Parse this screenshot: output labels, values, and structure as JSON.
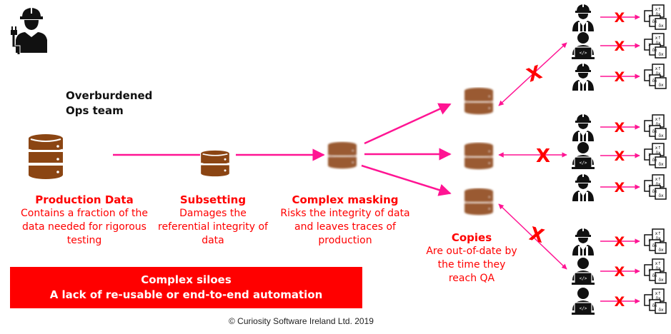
{
  "ops_team": {
    "label_line1": "Overburdened",
    "label_line2": "Ops team",
    "icon": "engineer-with-plug-icon"
  },
  "stages": [
    {
      "title": "Production Data",
      "desc": [
        "Contains a fraction of the",
        "data needed for rigorous",
        "testing"
      ],
      "icon": "database-icon"
    },
    {
      "title": "Subsetting",
      "desc": [
        "Damages the",
        "referential integrity of",
        "data"
      ],
      "icon": "database-icon"
    },
    {
      "title": "Complex masking",
      "desc": [
        "Risks the integrity of data",
        "and leaves traces of",
        "production"
      ],
      "icon": "blurred-database-icon"
    },
    {
      "title": "Copies",
      "desc": [
        "Are out-of-date by",
        "the time they",
        "reach QA"
      ],
      "icon": "blurred-database-icon"
    }
  ],
  "banner": {
    "line1": "Complex siloes",
    "line2": "A lack of re-usable or end-to-end automation"
  },
  "copyright": "© Curiosity Software Ireland Ltd. 2019",
  "team_members": [
    "engineer",
    "developer",
    "engineer",
    "engineer",
    "developer",
    "engineer",
    "engineer",
    "developer",
    "developer"
  ],
  "blocked_symbol": "X",
  "colors": {
    "accent": "#ff0000",
    "arrow": "#ff1493",
    "database": "#8b4513",
    "text": "#111111"
  }
}
